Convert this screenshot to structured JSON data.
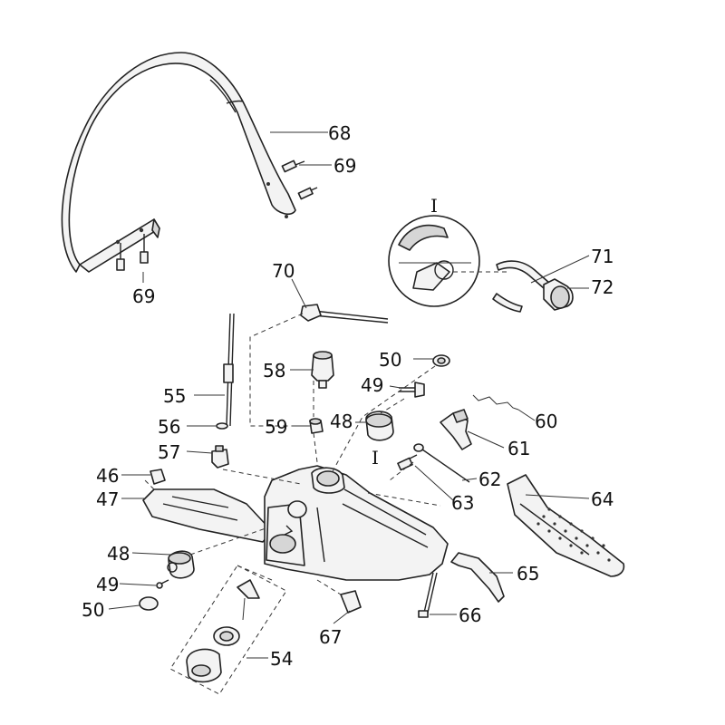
{
  "section_marker": "I",
  "callouts": {
    "c46": "46",
    "c47": "47",
    "c48a": "48",
    "c48b": "48",
    "c49a": "49",
    "c49b": "49",
    "c50a": "50",
    "c50b": "50",
    "c54": "54",
    "c55": "55",
    "c56": "56",
    "c57": "57",
    "c58": "58",
    "c59": "59",
    "c60": "60",
    "c61": "61",
    "c62": "62",
    "c63": "63",
    "c64": "64",
    "c65": "65",
    "c66": "66",
    "c67": "67",
    "c68": "68",
    "c69a": "69",
    "c69b": "69",
    "c70": "70",
    "c71": "71",
    "c72": "72"
  },
  "colors": {
    "ink": "#222222",
    "fill": "#f3f3f3",
    "shade": "#d6d6d6"
  }
}
